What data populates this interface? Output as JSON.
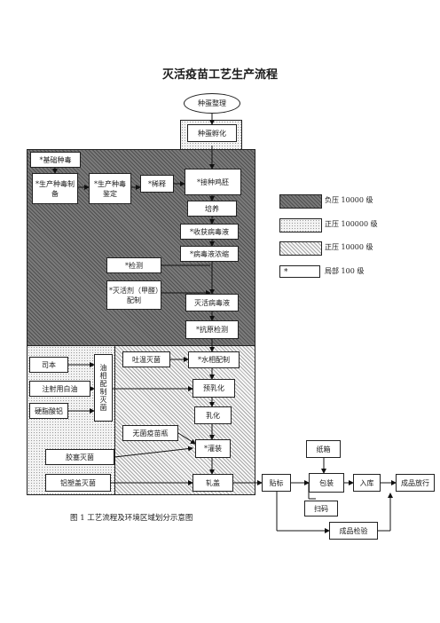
{
  "title": "灭活疫苗工艺生产流程",
  "caption": "图 1    工艺流程及环境区域划分示意图",
  "nodes": {
    "seed_egg_sort": "种蛋整理",
    "seed_egg_hatch": "种蛋孵化",
    "basic_strain": "*基础种毒",
    "strain_prep": "*生产种毒制备",
    "strain_identify": "*生产种毒鉴定",
    "dilute": "*稀释",
    "inoculate": "*接种鸡胚",
    "incubate": "培养",
    "harvest": "*收获病毒液",
    "concentrate": "*病毒液浓缩",
    "test": "*检测",
    "inactivator_prep": "*灭活剂（甲醛）配制",
    "inactivate": "灭活病毒液",
    "antigen_test": "*抗原检测",
    "span": "司本",
    "inj_oil": "注射用白油",
    "al_stearate": "硬脂酸铝",
    "oil_prep": "油相配制灭菌",
    "tween": "吐温灭菌",
    "aqueous": "*水相配制",
    "pre_emulsify": "预乳化",
    "emulsify": "乳化",
    "sterile_bottle": "无菌疫苗瓶",
    "fill": "*灌装",
    "stopper": "胶塞灭菌",
    "cap": "铝塑盖灭菌",
    "seal": "轧盖",
    "label": "贴标",
    "carton": "纸箱",
    "pack": "包装",
    "code": "扫码",
    "storage": "入库",
    "release": "成品放行",
    "qc": "成品检验"
  },
  "legend": [
    {
      "label": "负压 10000 级",
      "style": "negative-pressure",
      "mark": ""
    },
    {
      "label": "正压 100000 级",
      "style": "dotted",
      "mark": ""
    },
    {
      "label": "正压 10000 级",
      "style": "hatched",
      "mark": ""
    },
    {
      "label": "局部 100 级",
      "style": "white",
      "mark": "*"
    }
  ]
}
